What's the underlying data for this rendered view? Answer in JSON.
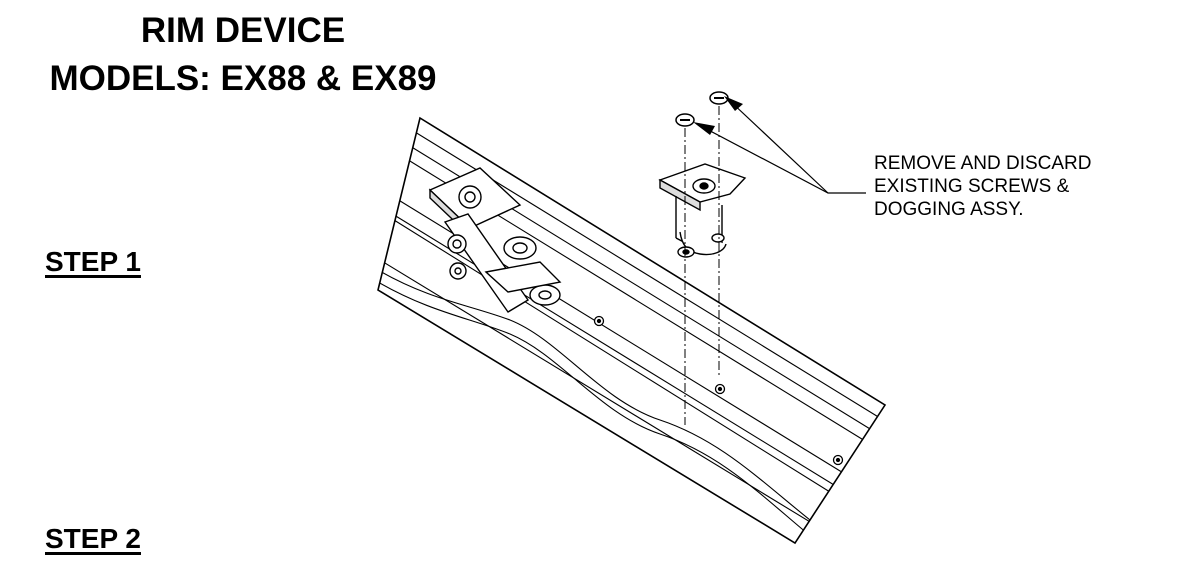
{
  "title": {
    "line1": "RIM DEVICE",
    "line2": "MODELS: EX88 & EX89"
  },
  "steps": {
    "step1": "STEP 1",
    "step2": "STEP 2"
  },
  "callout": {
    "line1": "REMOVE AND DISCARD",
    "line2": "EXISTING SCREWS &",
    "line3": "DOGGING ASSY."
  }
}
